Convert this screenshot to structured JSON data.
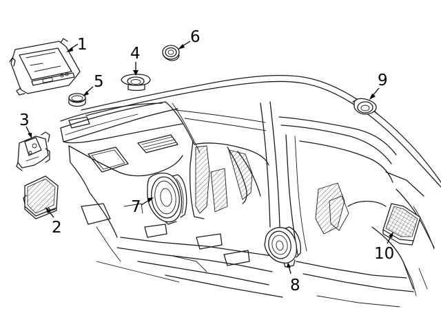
{
  "callouts": [
    {
      "id": "1",
      "label": "1"
    },
    {
      "id": "2",
      "label": "2"
    },
    {
      "id": "3",
      "label": "3"
    },
    {
      "id": "4",
      "label": "4"
    },
    {
      "id": "5",
      "label": "5"
    },
    {
      "id": "6",
      "label": "6"
    },
    {
      "id": "7",
      "label": "7"
    },
    {
      "id": "8",
      "label": "8"
    },
    {
      "id": "9",
      "label": "9"
    },
    {
      "id": "10",
      "label": "10"
    }
  ],
  "colors": {
    "line": "#1a1a1a",
    "background": "#ffffff"
  }
}
